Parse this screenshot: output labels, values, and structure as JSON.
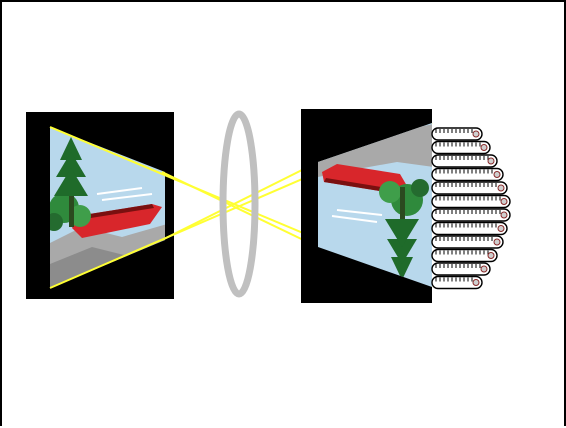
{
  "diagram": {
    "colors": {
      "background": "#ffffff",
      "frame": "#000000",
      "box": "#000000",
      "ray": "#ffff33",
      "lens": "#c0c0c0",
      "sky": "#b8d8ec",
      "rock": "#a9a9a9",
      "tree": "#1f6b2a",
      "canoe": "#d8262b",
      "retina": "#ffffff"
    },
    "parts": [
      "object-picture",
      "converging-lens",
      "projected-image",
      "receptor-rods"
    ],
    "image_inverted": true
  }
}
